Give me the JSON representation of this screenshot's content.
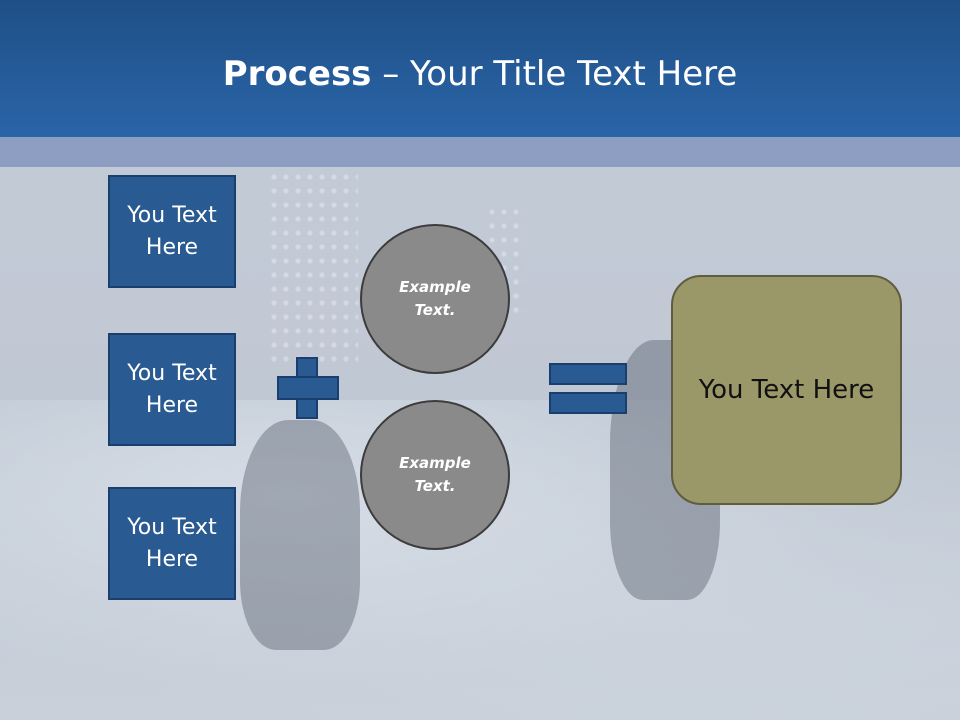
{
  "slide": {
    "title_bold": "Process",
    "title_rest": " – Your Title Text Here"
  },
  "left_boxes": [
    {
      "label": "You Text Here"
    },
    {
      "label": "You Text Here"
    },
    {
      "label": "You Text Here"
    }
  ],
  "circles": [
    {
      "label": "Example Text."
    },
    {
      "label": "Example Text."
    }
  ],
  "result": {
    "label": "You Text Here"
  },
  "colors": {
    "header": "#2a65a8",
    "box_fill": "#2a5a92",
    "circle_fill": "#8a8a8a",
    "result_fill": "#9a9868"
  },
  "icons": [
    "plus-icon",
    "equals-icon"
  ]
}
